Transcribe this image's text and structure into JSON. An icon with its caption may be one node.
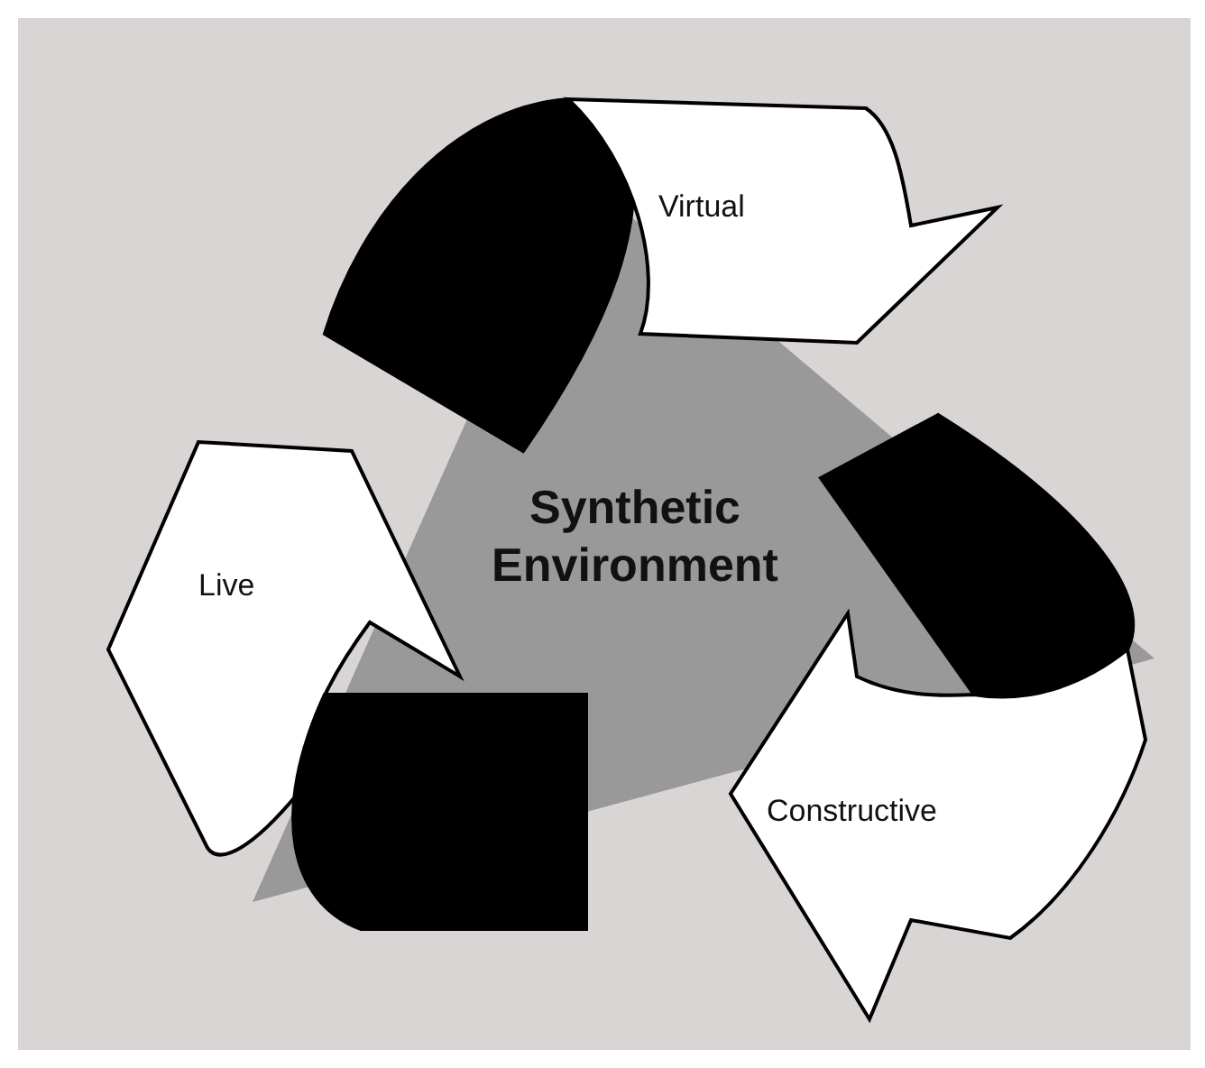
{
  "diagram": {
    "nodes": [
      {
        "text": [
          "Synthetic Environment"
        ]
      },
      {
        "text": [
          "Virtual"
        ]
      },
      {
        "text": [
          "Constructive"
        ]
      },
      {
        "text": [
          "Live"
        ]
      }
    ]
  }
}
